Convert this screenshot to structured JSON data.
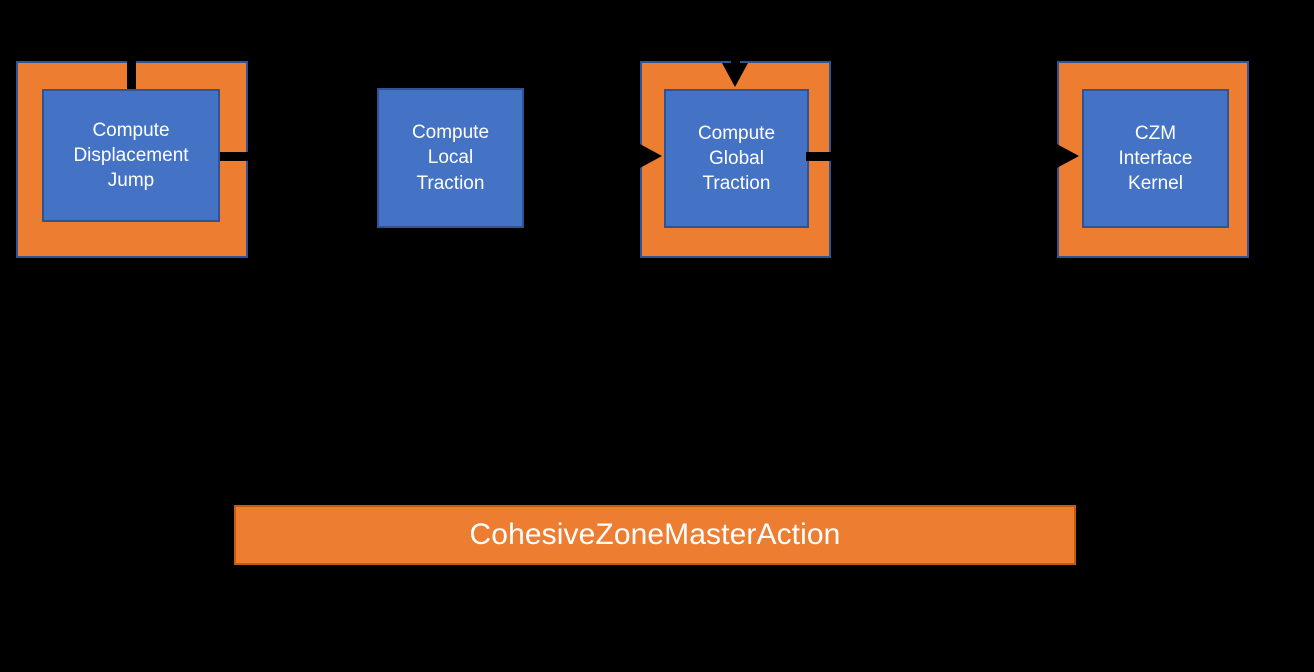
{
  "diagram": {
    "background_color": "#000000",
    "palette": {
      "group_fill": "#ED7D31",
      "group_border": "#2E5496",
      "node_fill": "#4472C4",
      "node_border": "#2E5496",
      "node_text": "#FFFFFF",
      "action_bar_fill": "#ED7D31",
      "action_bar_border": "#C55A11",
      "connector": "#000000"
    },
    "nodes": [
      {
        "id": "compute-displacement-jump",
        "label": "Compute\nDisplacement\nJump",
        "has_group_frame": true
      },
      {
        "id": "compute-local-traction",
        "label": "Compute\nLocal\nTraction",
        "has_group_frame": false
      },
      {
        "id": "compute-global-traction",
        "label": "Compute\nGlobal\nTraction",
        "has_group_frame": true
      },
      {
        "id": "czm-interface-kernel",
        "label": "CZM\nInterface\nKernel",
        "has_group_frame": true
      }
    ],
    "action_bar": {
      "id": "cohesive-zone-master-action",
      "label": "CohesiveZoneMasterAction"
    }
  }
}
